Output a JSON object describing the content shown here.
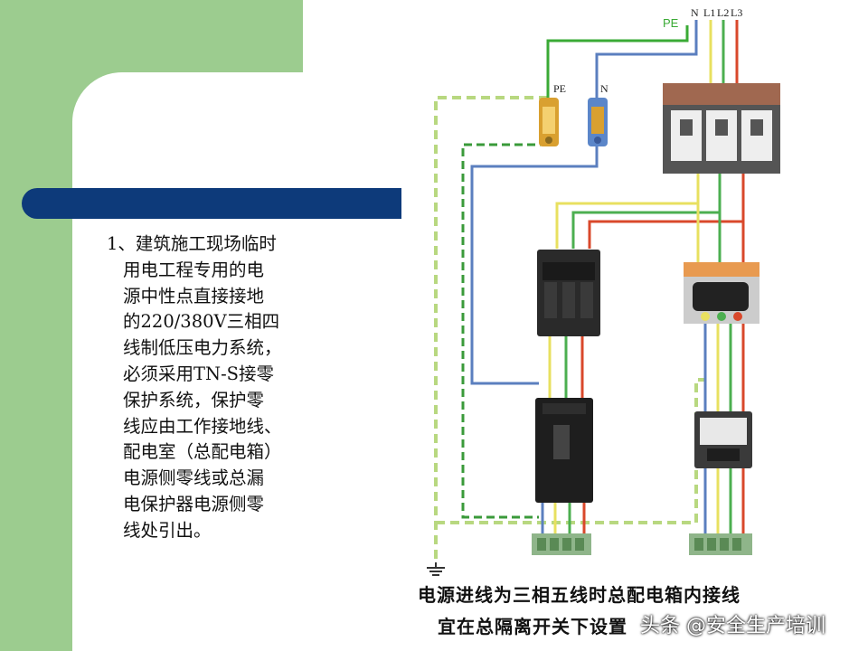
{
  "slide": {
    "text_lines": [
      "1、建筑施工现场临时",
      "用电工程专用的电",
      "源中性点直接接地",
      "的220/380V三相四",
      "线制低压电力系统，",
      "必须采用TN-S接零",
      "保护系统，保护零",
      "线应由工作接地线、",
      "配电室（总配电箱）",
      "电源侧零线或总漏",
      "电保护器电源侧零",
      "线处引出。"
    ]
  },
  "diagram": {
    "labels": {
      "pe_top": "PE",
      "n_top": "N",
      "l1": "L1",
      "l2": "L2",
      "l3": "L3",
      "pe_terminal": "PE",
      "n_terminal": "N"
    },
    "caption_line1": "电源进线为三相五线时总配电箱内接线",
    "caption_line2": "宜在总隔离开关下设置"
  },
  "watermark": "头条 @安全生产培训",
  "colors": {
    "pe_wire": "#3aaa35",
    "neutral_wire": "#5b7fbf",
    "l1_wire": "#e8e060",
    "l2_wire": "#4caf50",
    "l3_wire": "#d9482b",
    "ground_dash_outer": "#b8d880",
    "ground_dash_inner": "#3a9a3a"
  }
}
